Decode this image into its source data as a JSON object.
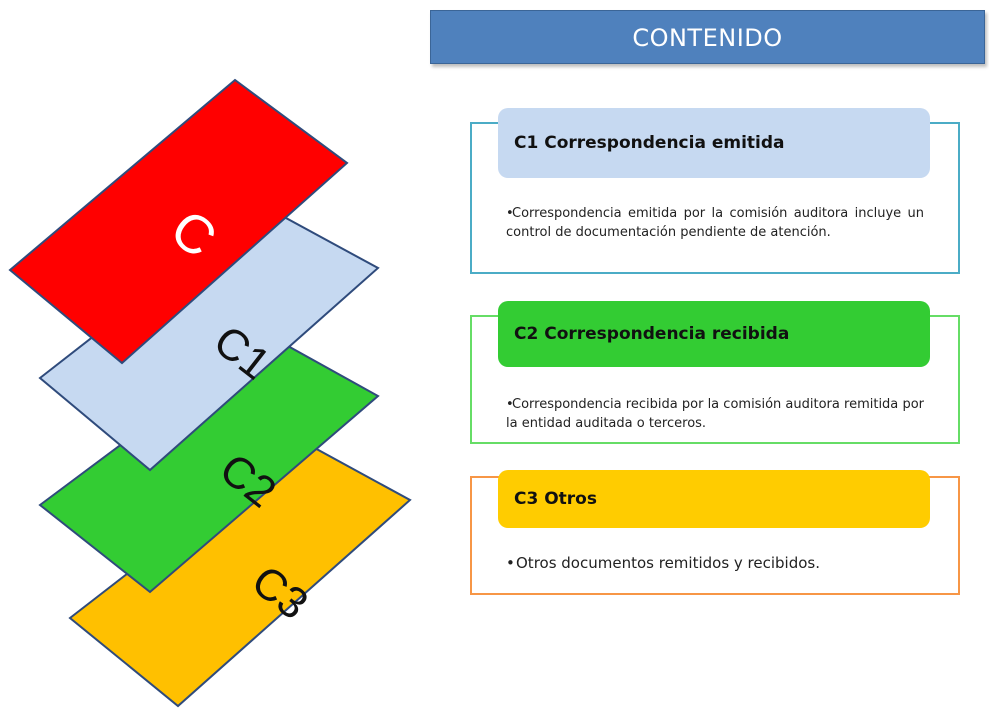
{
  "header": {
    "title": "CONTENIDO"
  },
  "stack": {
    "cards": [
      {
        "label": "C3",
        "color": "#ffc000"
      },
      {
        "label": "C2",
        "color": "#33cc33"
      },
      {
        "label": "C1",
        "color": "#c6d9f1"
      },
      {
        "label": "C",
        "color": "#ff0000"
      }
    ]
  },
  "sections": [
    {
      "title": "C1 Correspondencia emitida",
      "bullet": "•",
      "text": "Correspondencia emitida por la comisión auditora incluye un control de documentación pendiente de atención.",
      "tab_color": "#c6d9f1",
      "border_color": "#4bacc6"
    },
    {
      "title": "C2 Correspondencia recibida",
      "bullet": "•",
      "text": "Correspondencia recibida por la comisión auditora remitida por la entidad auditada o terceros.",
      "tab_color": "#33cc33",
      "border_color": "#66dd66"
    },
    {
      "title": "C3 Otros",
      "bullet": "•",
      "text": "Otros documentos remitidos y recibidos.",
      "tab_color": "#ffcc00",
      "border_color": "#f79646"
    }
  ]
}
